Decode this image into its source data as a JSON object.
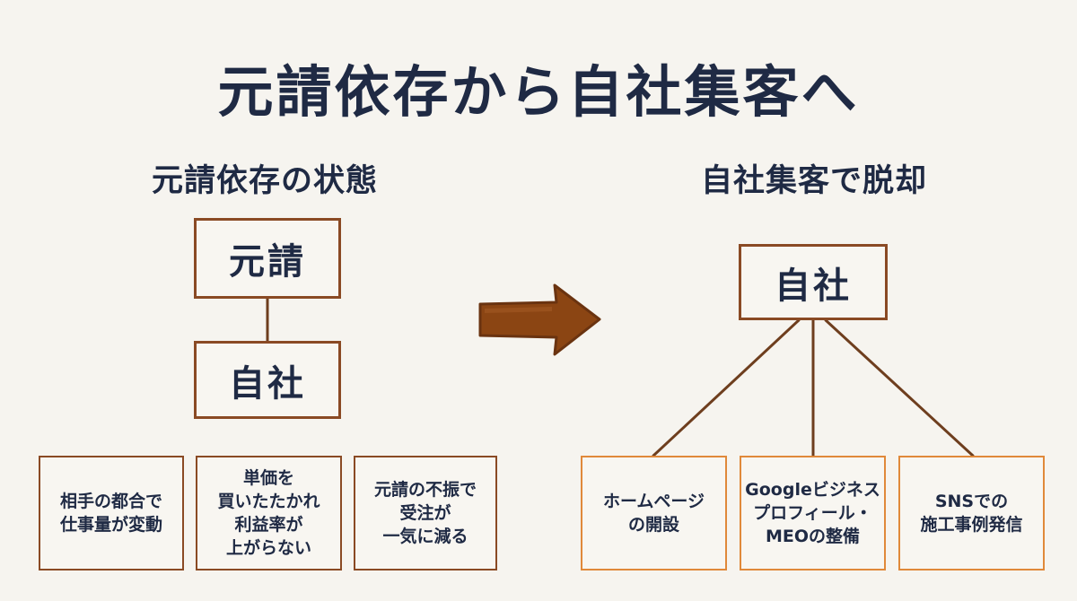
{
  "title": "元請依存から自社集客へ",
  "left": {
    "heading": "元請依存の状態",
    "top_box": "元請",
    "mid_box": "自社",
    "problems": [
      "相手の都合で\n仕事量が変動",
      "単価を\n買いたたかれ\n利益率が\n上がらない",
      "元請の不振で\n受注が\n一気に減る"
    ]
  },
  "right": {
    "heading": "自社集客で脱却",
    "top_box": "自社",
    "channels": [
      "ホームページ\nの開設",
      "Googleビジネス\nプロフィール・\nMEOの整備",
      "SNSでの\n施工事例発信"
    ]
  },
  "colors": {
    "text": "#1f2a44",
    "box_border": "#8a4a24",
    "connector": "#6e3e1e",
    "channel_border": "#e0893a",
    "arrow_fill": "#8b4513",
    "background": "#f6f4ef"
  },
  "icons": {
    "arrow": "arrow-right-icon"
  }
}
